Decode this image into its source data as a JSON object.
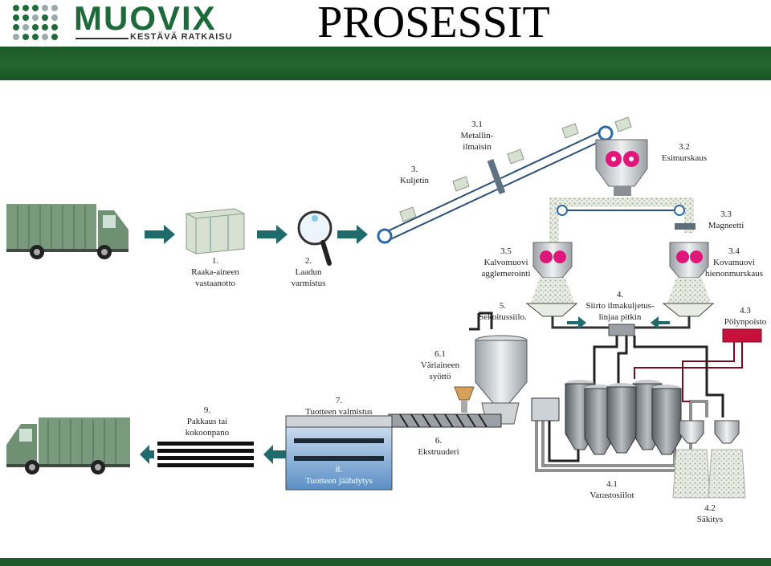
{
  "header": {
    "logo_name": "MUOVIX",
    "logo_tagline": "KESTÄVÄ RATKAISU",
    "title": "PROSESSIT"
  },
  "colors": {
    "brand_green": "#1e6b3a",
    "band_green": "#24672f",
    "arrow_teal": "#1f6b6b",
    "dust_red": "#c8103c",
    "shredder_pink": "#e0167a",
    "truck_green": "#7a9a7e",
    "water_blue": "#5b8fc4"
  },
  "steps": {
    "s1": {
      "num": "1.",
      "lines": [
        "Raaka-aineen",
        "vastaanotto"
      ]
    },
    "s2": {
      "num": "2.",
      "lines": [
        "Laadun",
        "varmistus"
      ]
    },
    "s3": {
      "num": "3.",
      "lines": [
        "Kuljetin"
      ]
    },
    "s31": {
      "num": "3.1",
      "lines": [
        "Metallin-",
        "ilmaisin"
      ]
    },
    "s32": {
      "num": "3.2",
      "lines": [
        "Esimurskaus"
      ]
    },
    "s33": {
      "num": "3.3",
      "lines": [
        "Magneetti"
      ]
    },
    "s34": {
      "num": "3.4",
      "lines": [
        "Kovamuovi",
        "hienonmurskaus"
      ]
    },
    "s35": {
      "num": "3.5",
      "lines": [
        "Kalvomuovi",
        "agglemerointi"
      ]
    },
    "s4": {
      "num": "4.",
      "lines": [
        "Siirto ilmakuljetus-",
        "linjaa pitkin"
      ]
    },
    "s41": {
      "num": "4.1",
      "lines": [
        "Varastosiilot"
      ]
    },
    "s42": {
      "num": "4.2",
      "lines": [
        "Säkitys"
      ]
    },
    "s43": {
      "num": "4.3",
      "lines": [
        "Pölynpoisto"
      ]
    },
    "s5": {
      "num": "5.",
      "lines": [
        "Sekoitussiilo."
      ]
    },
    "s6": {
      "num": "6.",
      "lines": [
        "Ekstruuderi"
      ]
    },
    "s61": {
      "num": "6.1",
      "lines": [
        "Väriaineen",
        "syöttö"
      ]
    },
    "s7": {
      "num": "7.",
      "lines": [
        "Tuotteen valmistus"
      ]
    },
    "s8": {
      "num": "8.",
      "lines": [
        "Tuotteen jäähdytys"
      ]
    },
    "s9": {
      "num": "9.",
      "lines": [
        "Pakkaus tai",
        "kokoonpano"
      ]
    }
  }
}
